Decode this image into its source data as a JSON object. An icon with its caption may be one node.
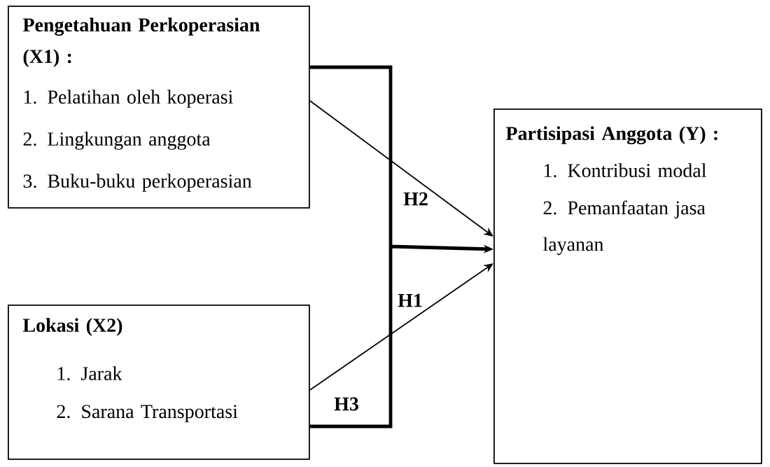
{
  "diagram": {
    "nodes": [
      {
        "text": [
          "Pengetahuan Perkoperasian (X1) :",
          "1. Pelatihan oleh koperasi",
          "2. Lingkungan anggota",
          "3. Buku-buku perkoperasian"
        ]
      },
      {
        "text": [
          "Lokasi (X2)",
          "1. Jarak",
          "2. Sarana Transportasi"
        ]
      },
      {
        "text": [
          "Partisipasi Anggota (Y) :",
          "1. Kontribusi modal",
          "2. Pemanfaatan jasa layanan"
        ]
      }
    ],
    "edges": [
      {
        "from": 0,
        "to": 2,
        "arrow": "to",
        "label": "H2"
      },
      {
        "from": 1,
        "to": 2,
        "arrow": "to",
        "label": "H1"
      },
      {
        "from": 0,
        "to": 2,
        "arrow": "to",
        "style": "thick",
        "label": "H3"
      },
      {
        "from": 1,
        "to": 2,
        "arrow": "to",
        "style": "thick"
      }
    ]
  }
}
